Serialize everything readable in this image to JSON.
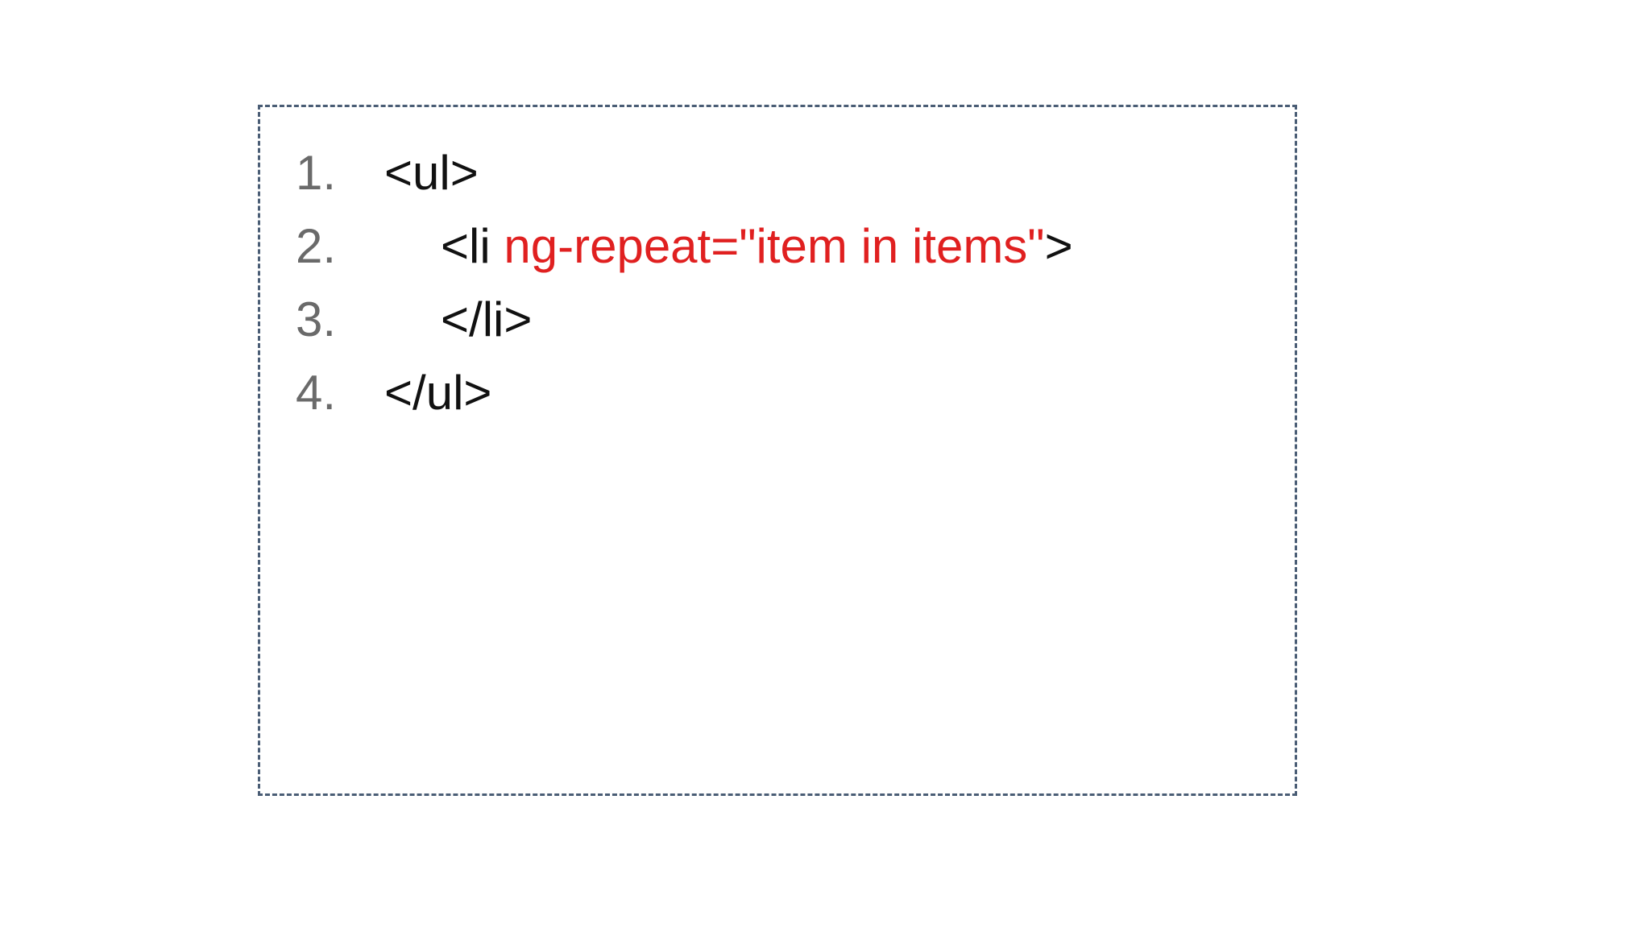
{
  "code_block": {
    "lines": [
      {
        "number": "1.",
        "before": "<ul>",
        "attr": "",
        "after": ""
      },
      {
        "number": "2.",
        "before": "<li ",
        "attr": "ng-repeat=\"item in items\"",
        "after": ">"
      },
      {
        "number": "3.",
        "before": "</li>",
        "attr": "",
        "after": ""
      },
      {
        "number": "4.",
        "before": "</ul>",
        "attr": "",
        "after": ""
      }
    ]
  },
  "colors": {
    "border": "#4a5d75",
    "line_number": "#6a6a6a",
    "code_text": "#111111",
    "attribute_highlight": "#e02020",
    "background": "#ffffff"
  }
}
